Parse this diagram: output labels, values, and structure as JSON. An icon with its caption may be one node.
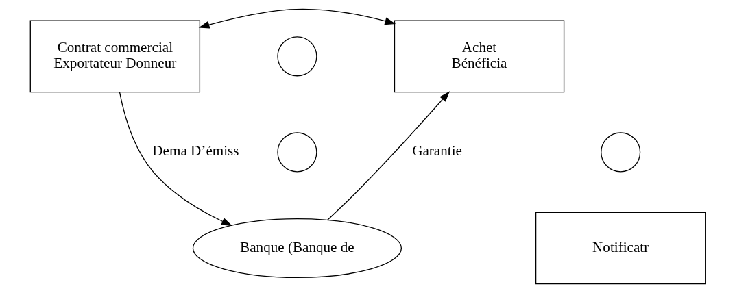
{
  "diagram": {
    "nodes": [
      {
        "text": [
          "Contrat commercial",
          "Exportateur Donneur"
        ]
      },
      {
        "text": [
          "Achet",
          "Bénéficia"
        ]
      },
      {
        "text": [],
        "shape": "circle"
      },
      {
        "text": [],
        "shape": "circle"
      },
      {
        "text": [],
        "shape": "circle"
      },
      {
        "text": [
          "Banque (Banque de"
        ]
      },
      {
        "text": [
          "Notificatr"
        ]
      }
    ],
    "edges": [
      {
        "from": 0,
        "to": 1,
        "arrow": "both"
      },
      {
        "from": 0,
        "to": 5,
        "arrow": "to",
        "label": "Dema D’émiss"
      },
      {
        "from": 5,
        "to": 1,
        "arrow": "to",
        "label": "Garantie"
      }
    ]
  }
}
